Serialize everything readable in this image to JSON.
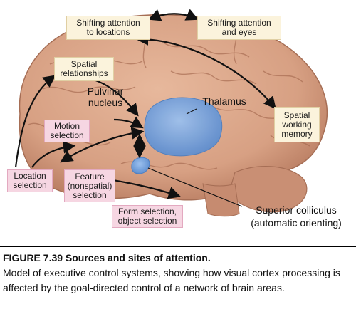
{
  "diagram": {
    "labels": {
      "shift_locations": "Shifting attention\nto locations",
      "shift_eyes": "Shifting attention\nand eyes",
      "spatial_relationships": "Spatial\nrelationships",
      "pulvinar": "Pulvinar\nnucleus",
      "thalamus": "Thalamus",
      "spatial_wm": "Spatial\nworking\nmemory",
      "motion": "Motion\nselection",
      "location": "Location\nselection",
      "feature": "Feature\n(nonspatial)\nselection",
      "form": "Form selection,\nobject selection",
      "colliculus": "Superior colliculus\n(automatic orienting)"
    },
    "colors": {
      "cream_box": "#fbf3dc",
      "pink_box": "#f6d6e2",
      "brain": "#d9a58a",
      "thalamus": "#7fa9de",
      "arrow": "#111111"
    }
  },
  "caption": {
    "title": "FIGURE 7.39  Sources and sites of attention.",
    "body": "Model of executive control systems, showing how visual cortex processing is affected by the goal-directed control of a network of brain areas."
  }
}
